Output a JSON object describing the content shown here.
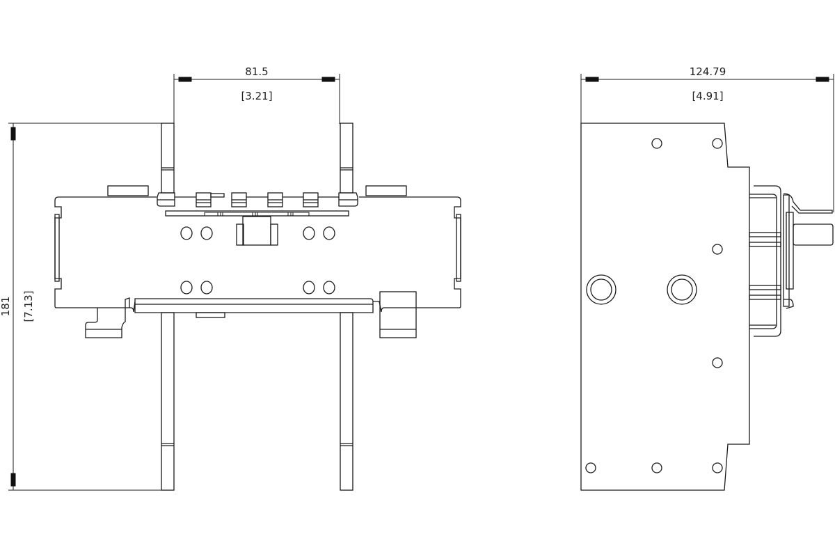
{
  "drawing": {
    "front_view": {
      "width_dimension": {
        "value": "81.5",
        "inch": "[3.21]"
      },
      "height_dimension": {
        "value": "181",
        "inch": "[7.13]"
      }
    },
    "side_view": {
      "depth_dimension": {
        "value": "124.79",
        "inch": "[4.91]"
      }
    },
    "colors": {
      "line": "#1a1a1a",
      "background": "#ffffff"
    }
  }
}
